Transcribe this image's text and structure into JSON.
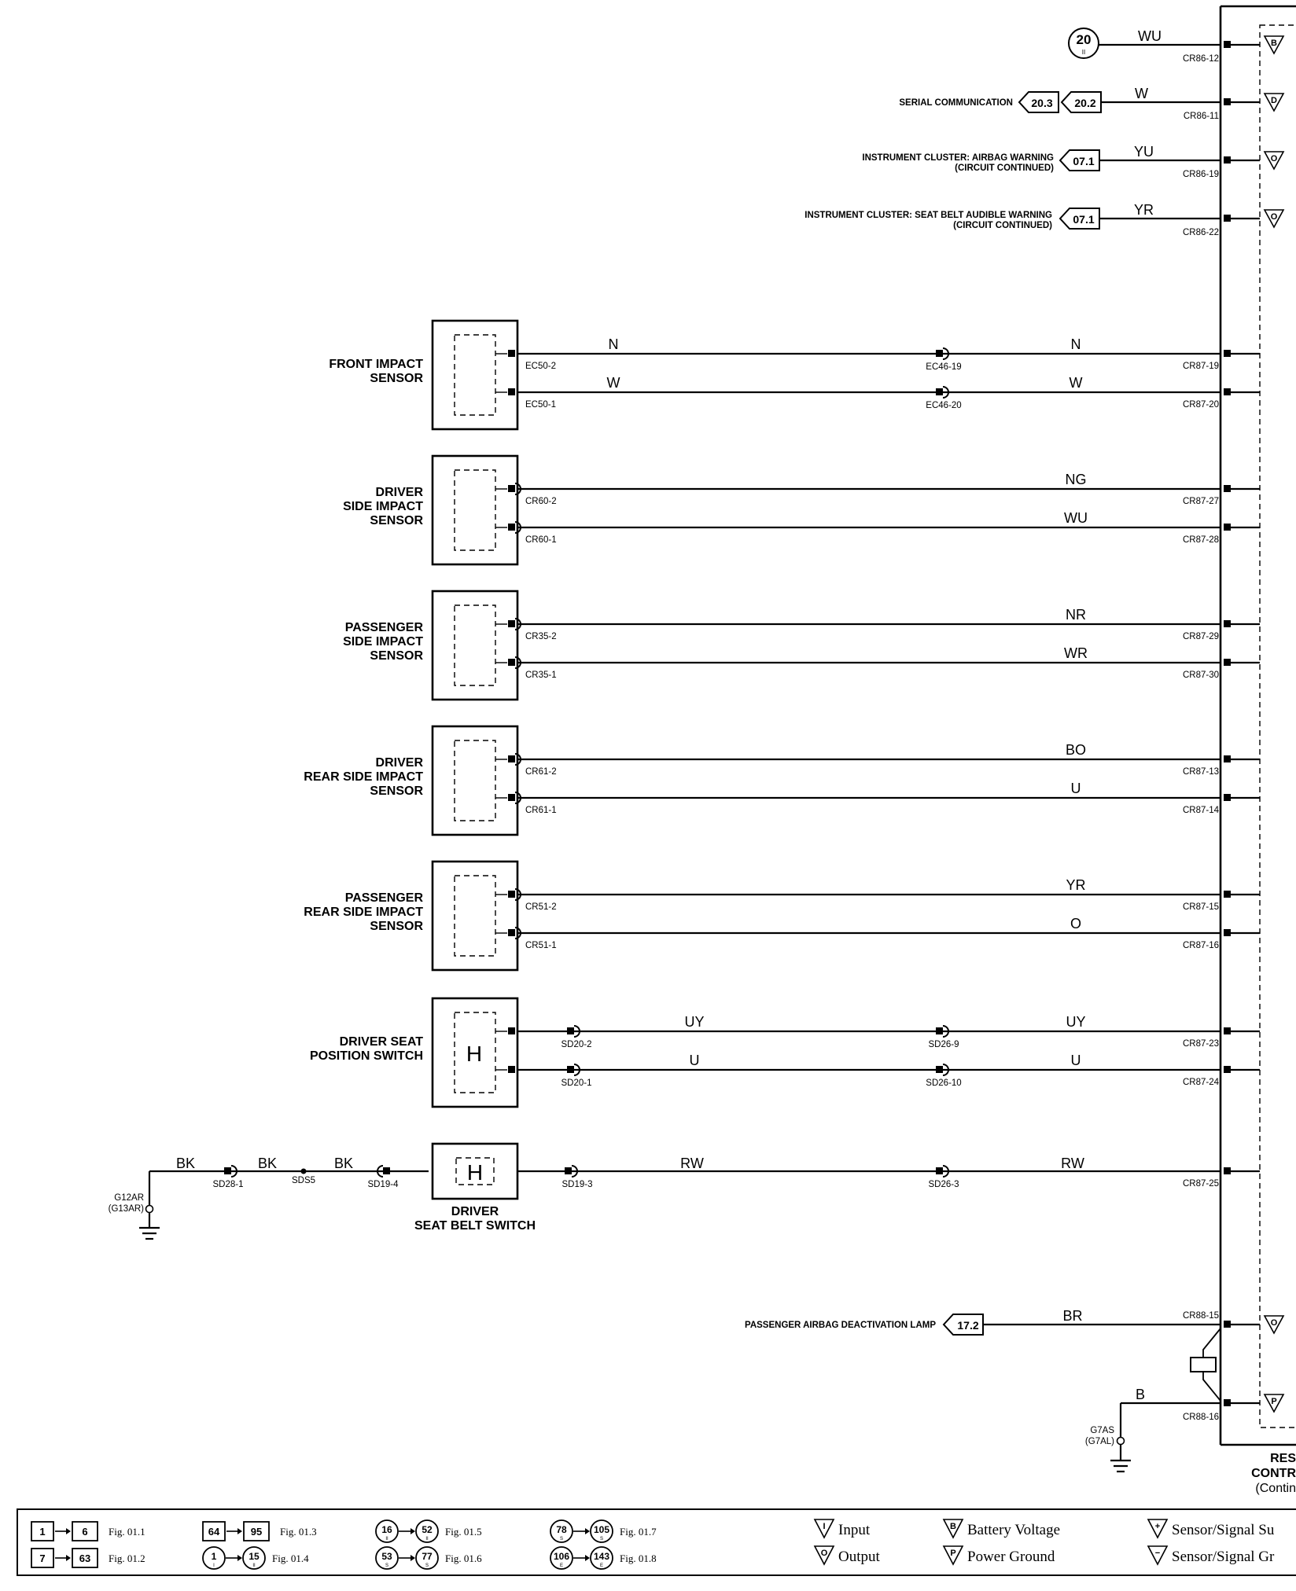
{
  "module": {
    "label_lines": [
      "RES",
      "CONTR",
      "(Contin"
    ]
  },
  "top_circuits": [
    {
      "ref": "20",
      "ref_sub": "II",
      "color": "WU",
      "pin": "CR86-12",
      "symbol": "B",
      "kind": "battery"
    },
    {
      "desc": [
        "SERIAL COMMUNICATION"
      ],
      "refs": [
        "20.3",
        "20.2"
      ],
      "color": "W",
      "pin": "CR86-11",
      "symbol": "D",
      "kind": "output"
    },
    {
      "desc": [
        "INSTRUMENT CLUSTER: AIRBAG WARNING",
        "(CIRCUIT CONTINUED)"
      ],
      "refs": [
        "07.1"
      ],
      "color": "YU",
      "pin": "CR86-19",
      "symbol": "O",
      "kind": "output"
    },
    {
      "desc": [
        "INSTRUMENT CLUSTER: SEAT BELT AUDIBLE WARNING",
        "(CIRCUIT CONTINUED)"
      ],
      "refs": [
        "07.1"
      ],
      "color": "YR",
      "pin": "CR86-22",
      "symbol": "O",
      "kind": "output"
    }
  ],
  "sensors": [
    {
      "name": [
        "FRONT IMPACT",
        "SENSOR"
      ],
      "wires": [
        {
          "pin": "EC50-2",
          "color1": "N",
          "inline": "EC46-19",
          "color2": "N",
          "ecu_pin": "CR87-19"
        },
        {
          "pin": "EC50-1",
          "color1": "W",
          "inline": "EC46-20",
          "color2": "W",
          "ecu_pin": "CR87-20"
        }
      ]
    },
    {
      "name": [
        "DRIVER",
        "SIDE IMPACT",
        "SENSOR"
      ],
      "wires": [
        {
          "pin": "CR60-2",
          "color2": "NG",
          "ecu_pin": "CR87-27"
        },
        {
          "pin": "CR60-1",
          "color2": "WU",
          "ecu_pin": "CR87-28"
        }
      ]
    },
    {
      "name": [
        "PASSENGER",
        "SIDE IMPACT",
        "SENSOR"
      ],
      "wires": [
        {
          "pin": "CR35-2",
          "color2": "NR",
          "ecu_pin": "CR87-29"
        },
        {
          "pin": "CR35-1",
          "color2": "WR",
          "ecu_pin": "CR87-30"
        }
      ]
    },
    {
      "name": [
        "DRIVER",
        "REAR SIDE IMPACT",
        "SENSOR"
      ],
      "wires": [
        {
          "pin": "CR61-2",
          "color2": "BO",
          "ecu_pin": "CR87-13"
        },
        {
          "pin": "CR61-1",
          "color2": "U",
          "ecu_pin": "CR87-14"
        }
      ]
    },
    {
      "name": [
        "PASSENGER",
        "REAR SIDE IMPACT",
        "SENSOR"
      ],
      "wires": [
        {
          "pin": "CR51-2",
          "color2": "YR",
          "ecu_pin": "CR87-15"
        },
        {
          "pin": "CR51-1",
          "color2": "O",
          "ecu_pin": "CR87-16"
        }
      ]
    },
    {
      "name": [
        "DRIVER SEAT",
        "POSITION SWITCH"
      ],
      "hall": "H",
      "wires": [
        {
          "pin": "SD20-2",
          "color1": "UY",
          "inline": "SD26-9",
          "color2": "UY",
          "ecu_pin": "CR87-23"
        },
        {
          "pin": "SD20-1",
          "color1": "U",
          "inline": "SD26-10",
          "color2": "U",
          "ecu_pin": "CR87-24"
        }
      ]
    }
  ],
  "seat_belt": {
    "name": [
      "DRIVER",
      "SEAT BELT SWITCH"
    ],
    "hall": "H",
    "ground": [
      "G12AR",
      "(G13AR)"
    ],
    "left_colors": [
      "BK",
      "BK",
      "BK"
    ],
    "left_pins": [
      "SD28-1",
      "SDS5",
      "SD19-4"
    ],
    "pin": "SD19-3",
    "color1": "RW",
    "inline": "SD26-3",
    "color2": "RW",
    "ecu_pin": "CR87-25"
  },
  "lamp": {
    "desc": "PASSENGER AIRBAG DEACTIVATION LAMP",
    "ref": "17.2",
    "color": "BR",
    "pin": "CR88-15",
    "symbol": "O"
  },
  "ground_bottom": {
    "color": "B",
    "pin": "CR88-16",
    "labels": [
      "G7AS",
      "(G7AL)"
    ],
    "symbol": "P"
  },
  "legend": {
    "ranges": [
      {
        "from": "1",
        "to": "6",
        "fig": "Fig. 01.1"
      },
      {
        "from": "7",
        "to": "63",
        "fig": "Fig. 01.2"
      },
      {
        "from": "64",
        "to": "95",
        "fig": "Fig. 01.3"
      },
      {
        "from": "1",
        "from_sub": "I",
        "to": "15",
        "to_sub": "II",
        "fig": "Fig. 01.4"
      },
      {
        "from": "16",
        "from_sub": "II",
        "to": "52",
        "to_sub": "II",
        "fig": "Fig. 01.5"
      },
      {
        "from": "53",
        "from_sub": "S",
        "to": "77",
        "to_sub": "S",
        "fig": "Fig. 01.6"
      },
      {
        "from": "78",
        "from_sub": "S",
        "to": "105",
        "to_sub": "S",
        "fig": "Fig. 01.7"
      },
      {
        "from": "106",
        "from_sub": "E",
        "to": "143",
        "to_sub": "E",
        "fig": "Fig. 01.8"
      }
    ],
    "symbols": [
      {
        "glyph": "I",
        "text": "Input"
      },
      {
        "glyph": "O",
        "text": "Output"
      },
      {
        "glyph": "B",
        "text": "Battery Voltage"
      },
      {
        "glyph": "P",
        "text": "Power Ground"
      },
      {
        "glyph": "+",
        "text": "Sensor/Signal Su"
      },
      {
        "glyph": "−",
        "text": "Sensor/Signal Gr"
      }
    ]
  }
}
